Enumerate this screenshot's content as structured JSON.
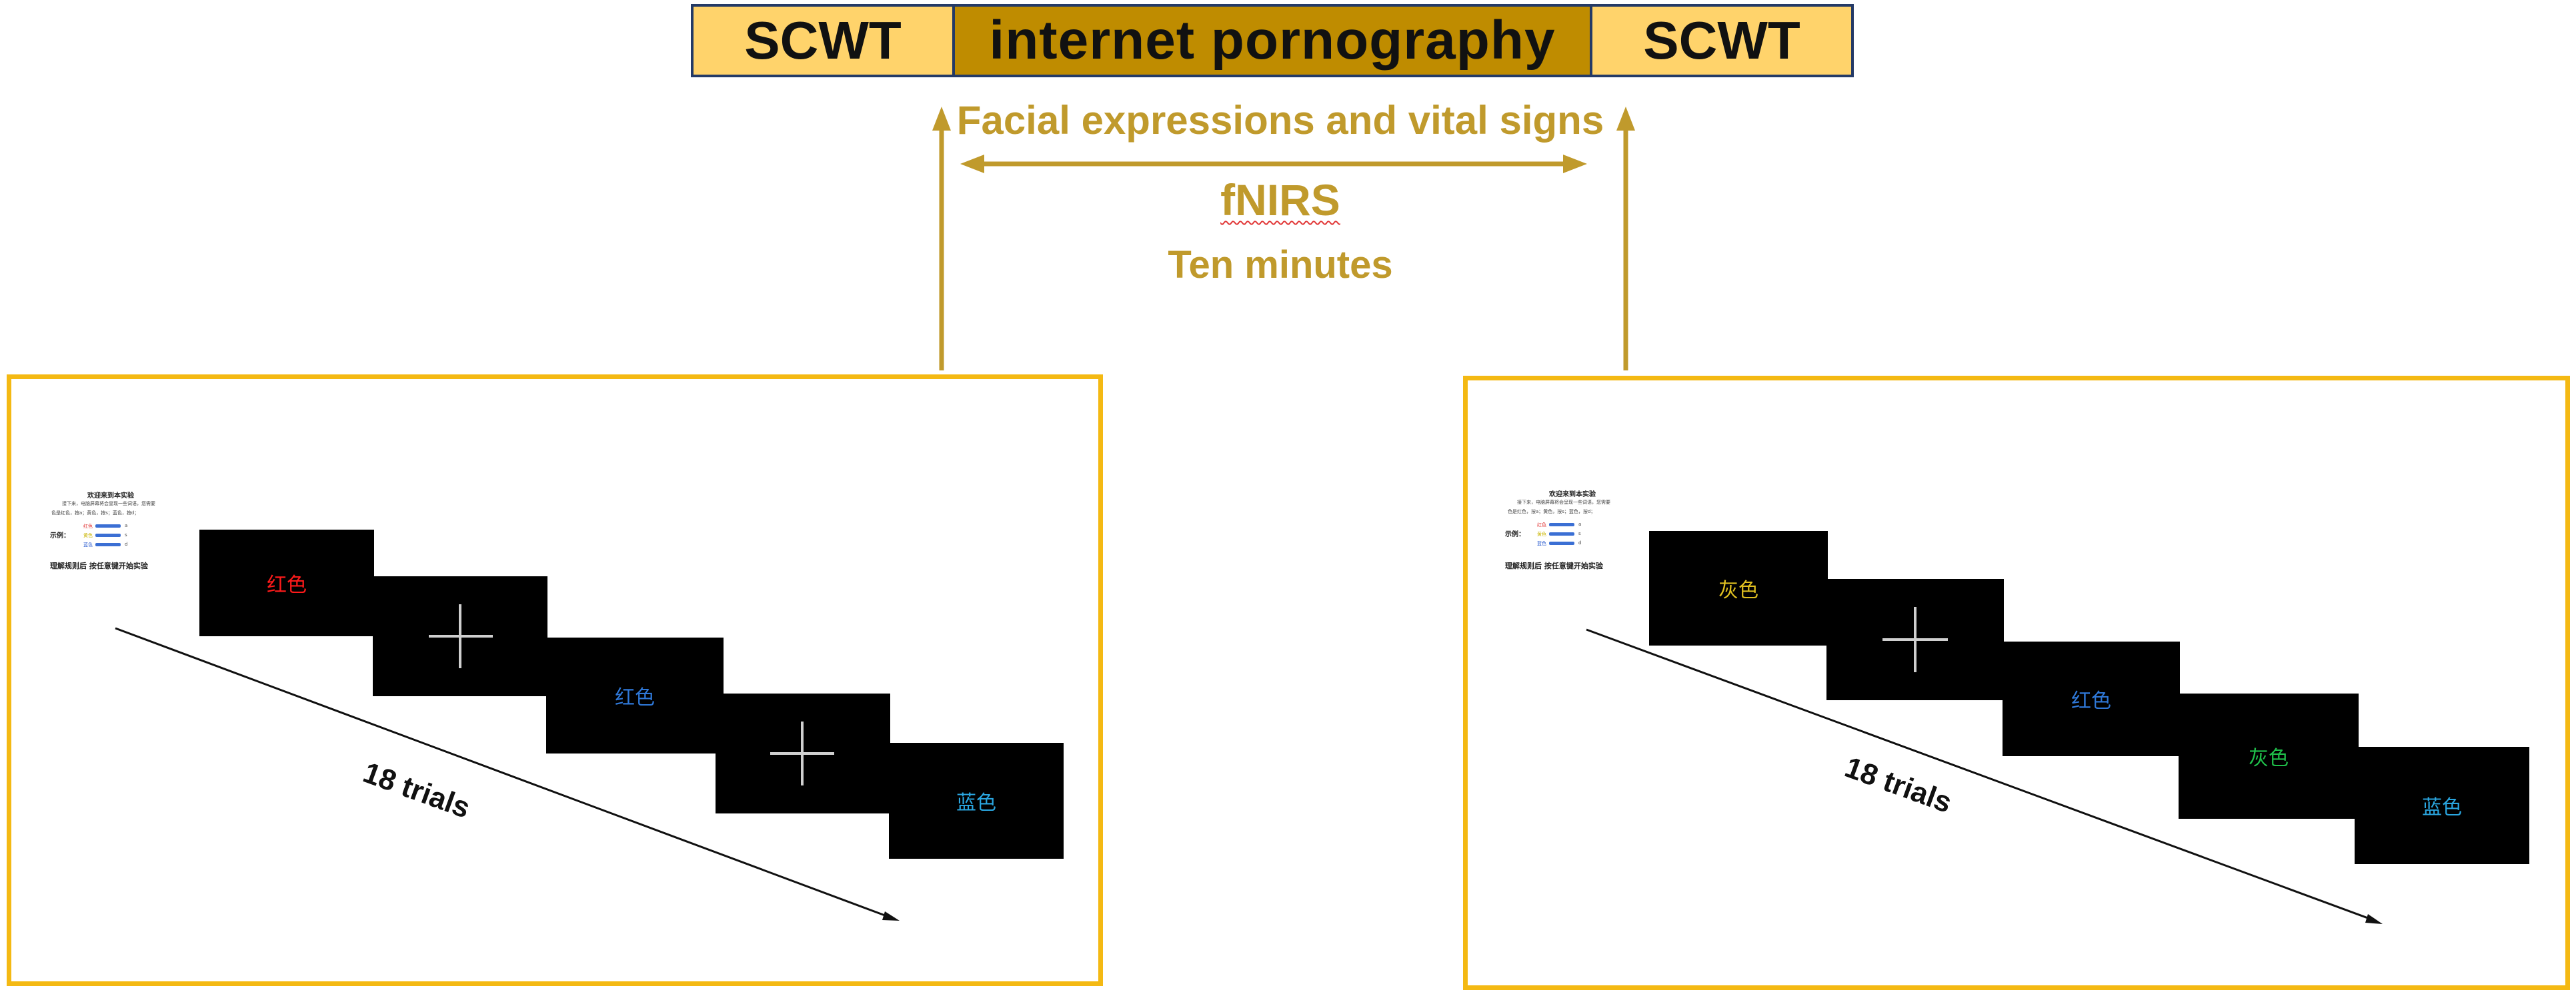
{
  "timeline": {
    "left_label": "SCWT",
    "middle_label": "internet pornography",
    "right_label": "SCWT"
  },
  "captions": {
    "line1": "Facial expressions and vital signs",
    "line2": "fNIRS",
    "line3": "Ten minutes"
  },
  "colors": {
    "accent_gold": "#c09a2c",
    "panel_border": "#f4b913",
    "segment_light": "#ffd36b",
    "segment_dark": "#bf8c00"
  },
  "left_panel": {
    "instructions": {
      "title": "欢迎来到本实验",
      "line1": "接下来，电脑屏幕将会呈现一些词语，您需要",
      "line2": "色是红色，按a；黄色，按s；蓝色，按d；",
      "example_label": "示例：",
      "swatch_words": [
        "红色",
        "黄色",
        "蓝色"
      ],
      "swatch_keys": [
        "a",
        "s",
        "d"
      ],
      "bottom_line": "理解规则后 按任意键开始实验"
    },
    "screens": [
      {
        "text": "红色",
        "color": "#ff1a1a"
      },
      {
        "text": "+",
        "color": "#cccccc"
      },
      {
        "text": "红色",
        "color": "#2f78d8"
      },
      {
        "text": "+",
        "color": "#cccccc"
      },
      {
        "text": "蓝色",
        "color": "#2aa6e0"
      }
    ],
    "trials_label": "18 trials"
  },
  "right_panel": {
    "instructions": {
      "title": "欢迎来到本实验",
      "line1": "接下来，电脑屏幕将会呈现一些词语，您需要",
      "line2": "色是红色，按a；黄色，按s；蓝色，按d；",
      "example_label": "示例：",
      "swatch_words": [
        "红色",
        "黄色",
        "蓝色"
      ],
      "swatch_keys": [
        "a",
        "s",
        "d"
      ],
      "bottom_line": "理解规则后 按任意键开始实验"
    },
    "screens": [
      {
        "text": "灰色",
        "color": "#e0c020"
      },
      {
        "text": "+",
        "color": "#cccccc"
      },
      {
        "text": "红色",
        "color": "#2f78d8"
      },
      {
        "text": "灰色",
        "color": "#1fbf4a"
      },
      {
        "text": "蓝色",
        "color": "#2aa6e0"
      }
    ],
    "trials_label": "18 trials"
  }
}
